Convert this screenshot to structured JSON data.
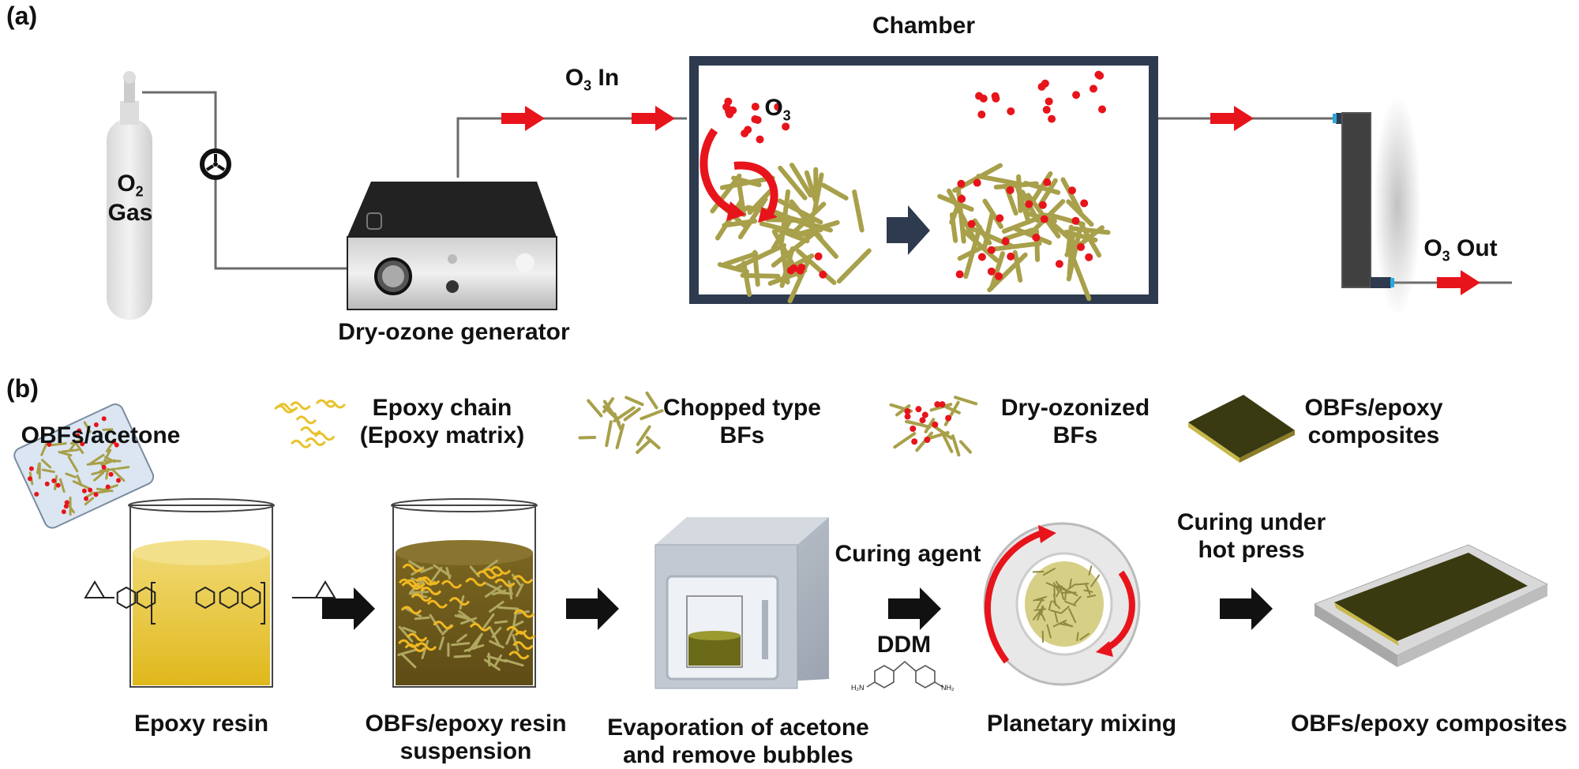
{
  "panel_a": {
    "label": "(a)",
    "o2_cylinder": {
      "line1_main": "O",
      "line1_sub": "2",
      "line2": "Gas"
    },
    "generator_label": "Dry-ozone generator",
    "o3_in": {
      "main": "O",
      "sub": "3",
      "suffix": " In"
    },
    "chamber_title": "Chamber",
    "o3_inside": {
      "main": "O",
      "sub": "3"
    },
    "o3_out": {
      "main": "O",
      "sub": "3",
      "suffix": " Out"
    }
  },
  "panel_b": {
    "label": "(b)",
    "legend": [
      {
        "icon": "epoxy-chain-icon",
        "line1": "Epoxy chain",
        "line2": "(Epoxy matrix)"
      },
      {
        "icon": "chopped-bf-icon",
        "line1": "Chopped type",
        "line2": "BFs"
      },
      {
        "icon": "ozonized-bf-icon",
        "line1": "Dry-ozonized",
        "line2": "BFs"
      },
      {
        "icon": "composite-plate-icon",
        "line1": "OBFs/epoxy",
        "line2": "composites"
      }
    ],
    "pour_label": "OBFs/acetone",
    "steps": [
      {
        "line1": "Epoxy resin",
        "line2": ""
      },
      {
        "line1": "OBFs/epoxy resin",
        "line2": "suspension"
      },
      {
        "line1": "Evaporation of acetone",
        "line2": "and remove bubbles"
      },
      {
        "line1": "Planetary mixing",
        "line2": ""
      },
      {
        "line1": "OBFs/epoxy composites",
        "line2": ""
      }
    ],
    "curing_agent_label": "Curing agent",
    "ddm_label": "DDM",
    "ddm_nh2_left": "H₂N",
    "ddm_nh2_right": "NH₂",
    "hot_press_line1": "Curing under",
    "hot_press_line2": "hot press"
  },
  "colors": {
    "ozone_red": "#e8141b",
    "chamber_frame": "#2e3a4e",
    "fiber": "#a8a04a",
    "epoxy_yellow": "#e8c22a",
    "pipe": "#6b6b6b",
    "connector_blue": "#29a9e0"
  }
}
